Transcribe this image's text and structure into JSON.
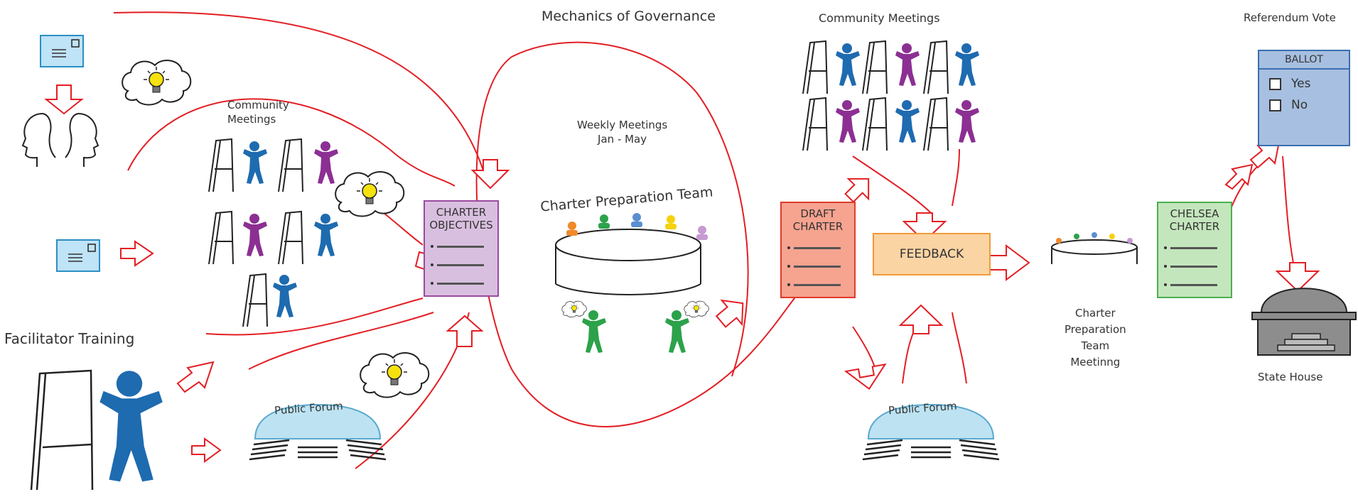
{
  "diagram_title": "Mechanics of Governance",
  "labels": {
    "community_meetings_left": "Community\nMeetings",
    "community_meetings_right": "Community Meetings",
    "facilitator_training": "Facilitator Training",
    "weekly_meetings": "Weekly Meetings\nJan - May",
    "charter_prep_team_arc": "Charter Preparation Team",
    "public_forum_left": "Public Forum",
    "public_forum_right": "Public Forum",
    "prep_team_meeting": "Charter\nPreparation\nTeam\nMeetinng",
    "referendum_vote": "Referendum Vote",
    "state_house": "State House"
  },
  "boxes": {
    "charter_objectives": {
      "title": "CHARTER\nOBJECTIVES",
      "fill": "#d9bfdf",
      "border": "#9b4a9e"
    },
    "draft_charter": {
      "title": "DRAFT\nCHARTER",
      "fill": "#f6a390",
      "border": "#e03a2a"
    },
    "feedback": {
      "title": "FEEDBACK",
      "fill": "#fbd4a4",
      "border": "#f09a3a"
    },
    "chelsea_charter": {
      "title": "CHELSEA\nCHARTER",
      "fill": "#c4e6bd",
      "border": "#4caf50"
    }
  },
  "ballot": {
    "title": "BALLOT",
    "options": [
      "Yes",
      "No"
    ],
    "fill": "#a7bfe0",
    "border": "#3a6fb0"
  },
  "colors": {
    "arrow": "#e31e24",
    "blue_figure": "#1e6bb0",
    "purple_figure": "#8c2f93",
    "green_figure": "#2ca24a",
    "bulb": "#f5e20f",
    "forum_dome": "#bde3f2",
    "envelope": "#bfe3f7",
    "state_house": "#8d8d8d"
  }
}
